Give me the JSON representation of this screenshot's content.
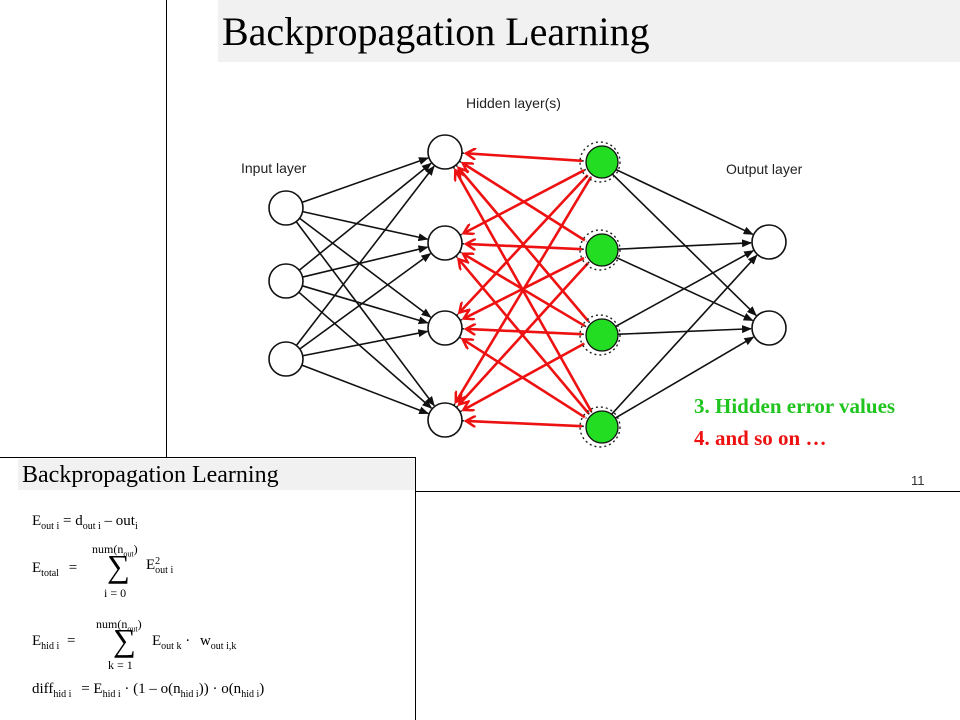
{
  "slide": {
    "title": "Backpropagation Learning",
    "labels": {
      "input": "Input layer",
      "hidden": "Hidden layer(s)",
      "output": "Output layer"
    },
    "steps": [
      "3. Hidden error values",
      "4. and so on …"
    ],
    "page_number": "11",
    "colors": {
      "highlight_node": "#22dd22",
      "error_arrow": "#ee1111",
      "step3": "#1fc41f",
      "step4": "#ee1111"
    }
  },
  "inset": {
    "title": "Backpropagation Learning",
    "eq1": {
      "lhs": "E",
      "lhs_sub": "out i",
      "eq": "= d",
      "d_sub": "out i",
      "rest": "– out",
      "rest_sub": "i"
    },
    "eq2": {
      "lhs": "E",
      "lhs_sub": "total",
      "eq": "=",
      "upper": "num(n",
      "upper_sub": "out",
      "upper_close": ")",
      "lower": "i = 0",
      "term": "E",
      "term_sup": "2",
      "term_sub": "out i"
    },
    "eq3": {
      "lhs": "E",
      "lhs_sub": "hid i",
      "eq": "=",
      "upper": "num(n",
      "upper_sub": "out",
      "upper_close": ")",
      "lower": "k = 1",
      "term": "E",
      "term_sub": "out k",
      "dot": "·",
      "w": "w",
      "w_sub": "out i,k"
    },
    "eq4": {
      "lhs": "diff",
      "lhs_sub": "hid i",
      "eq": "= E",
      "e_sub": "hid i",
      "mid": "· (1 – o(n",
      "n_sub": "hid i",
      "close": ")) · o(n",
      "n2_sub": "hid i",
      "end": ")"
    }
  }
}
